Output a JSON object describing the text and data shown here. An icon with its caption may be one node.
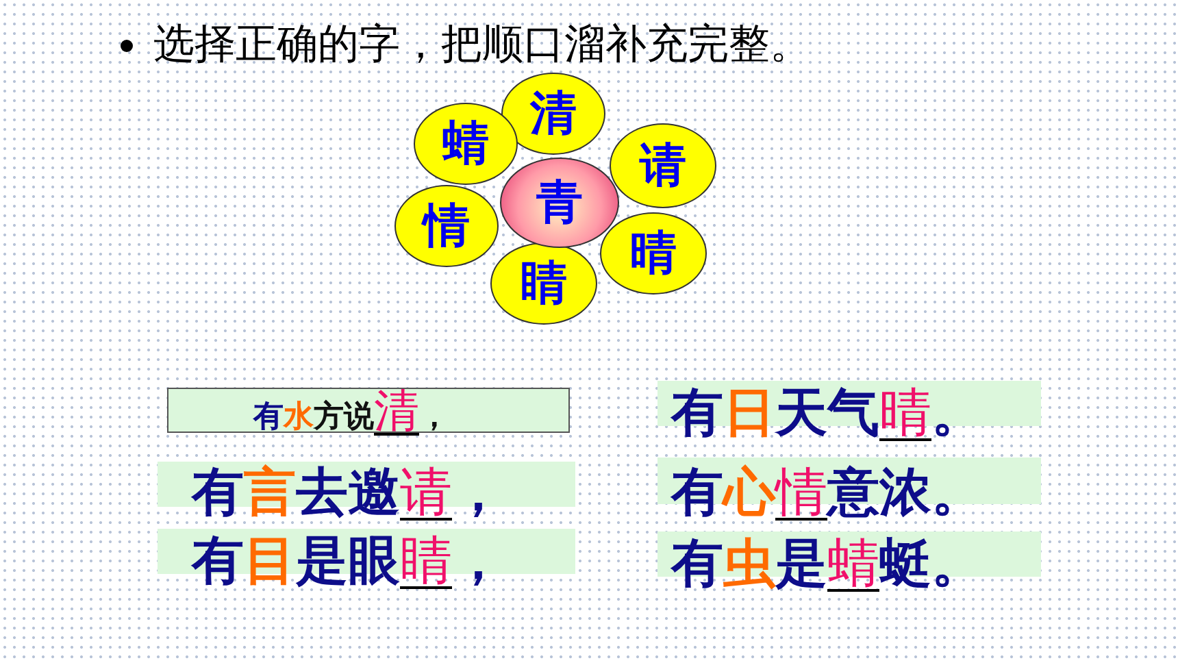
{
  "diagram": {
    "title": "选择正确的字，把顺口溜补充完整。",
    "nodes": [
      {
        "text": [
          "清"
        ]
      },
      {
        "text": [
          "蜻"
        ]
      },
      {
        "text": [
          "请"
        ]
      },
      {
        "text": [
          "青"
        ]
      },
      {
        "text": [
          "情"
        ]
      },
      {
        "text": [
          "晴"
        ]
      },
      {
        "text": [
          "睛"
        ]
      }
    ],
    "labels": [
      "有水方说清，",
      "有日天气晴。",
      "有言去邀请，",
      "有心情意浓。",
      "有目是眼睛，",
      "有虫是蜻蜓。"
    ]
  }
}
